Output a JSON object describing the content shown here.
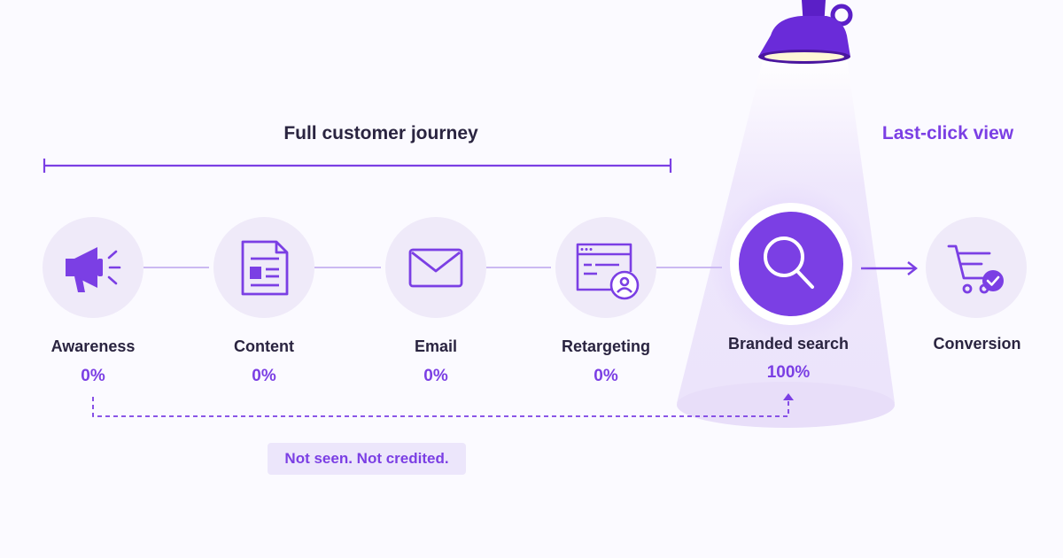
{
  "headings": {
    "full_journey": "Full customer journey",
    "last_click": "Last-click view"
  },
  "steps": [
    {
      "label": "Awareness",
      "credit": "0%",
      "icon": "megaphone-icon"
    },
    {
      "label": "Content",
      "credit": "0%",
      "icon": "document-icon"
    },
    {
      "label": "Email",
      "credit": "0%",
      "icon": "envelope-icon"
    },
    {
      "label": "Retargeting",
      "credit": "0%",
      "icon": "browser-user-icon"
    },
    {
      "label": "Branded search",
      "credit": "100%",
      "icon": "search-icon",
      "highlighted": true
    },
    {
      "label": "Conversion",
      "credit": "",
      "icon": "cart-check-icon"
    }
  ],
  "note": "Not seen. Not credited.",
  "colors": {
    "accent": "#7b3fe4",
    "accent_dark": "#5b1fc7",
    "circle": "#efeaf9",
    "text": "#2a2440",
    "note_bg": "#ece6fb",
    "beam": "#e9dffb"
  }
}
